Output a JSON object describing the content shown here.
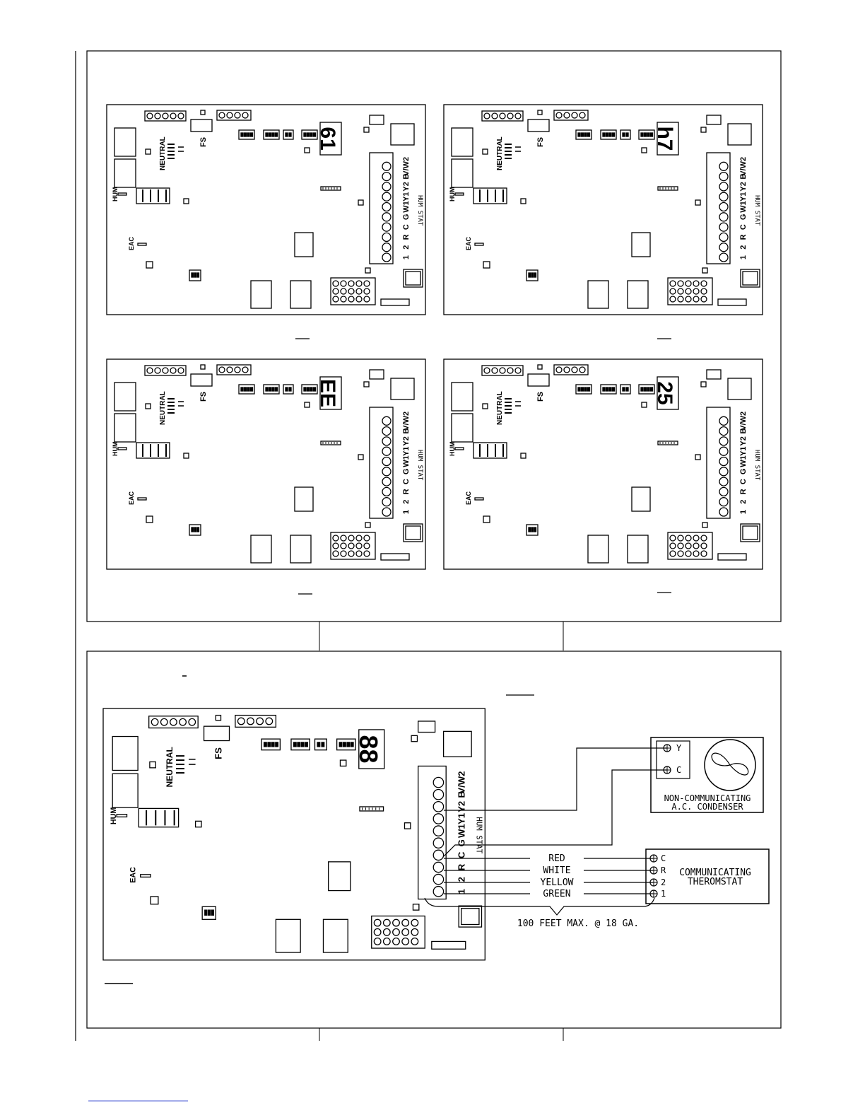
{
  "boards": [
    {
      "display": "61",
      "labels": {
        "fs": "FS",
        "neutral": "NEUTRAL",
        "hum": "HUM",
        "eac": "EAC",
        "humstat": "HUM STAT",
        "terminals": [
          "1",
          "2",
          "R",
          "C",
          "G",
          "W1",
          "Y1",
          "Y2",
          "B",
          "V/W2"
        ]
      }
    },
    {
      "display": "h7",
      "labels": {
        "fs": "FS",
        "neutral": "NEUTRAL",
        "hum": "HUM",
        "eac": "EAC",
        "humstat": "HUM STAT",
        "terminals": [
          "1",
          "2",
          "R",
          "C",
          "G",
          "W1",
          "Y1",
          "Y2",
          "B",
          "V/W2"
        ]
      }
    },
    {
      "display": "EE",
      "labels": {
        "fs": "FS",
        "neutral": "NEUTRAL",
        "hum": "HUM",
        "eac": "EAC",
        "humstat": "HUM STAT",
        "terminals": [
          "1",
          "2",
          "R",
          "C",
          "G",
          "W1",
          "Y1",
          "Y2",
          "B",
          "V/W2"
        ]
      }
    },
    {
      "display": "25",
      "labels": {
        "fs": "FS",
        "neutral": "NEUTRAL",
        "hum": "HUM",
        "eac": "EAC",
        "humstat": "HUM STAT",
        "terminals": [
          "1",
          "2",
          "R",
          "C",
          "G",
          "W1",
          "Y1",
          "Y2",
          "B",
          "V/W2"
        ]
      }
    }
  ],
  "wiring": {
    "board": {
      "display": "88",
      "labels": {
        "fs": "FS",
        "neutral": "NEUTRAL",
        "hum": "HUM",
        "eac": "EAC",
        "humstat": "HUM STAT",
        "terminals": [
          "1",
          "2",
          "R",
          "C",
          "G",
          "W1",
          "Y1",
          "Y2",
          "B",
          "V/W2"
        ]
      }
    },
    "condenser": {
      "terminal_y": "Y",
      "terminal_c": "C",
      "label_line1": "NON-COMMUNICATING",
      "label_line2": "A.C. CONDENSER"
    },
    "thermostat": {
      "terminals": [
        "C",
        "R",
        "2",
        "1"
      ],
      "label_line1": "COMMUNICATING",
      "label_line2": "THEROMSTAT"
    },
    "wires": [
      "RED",
      "WHITE",
      "YELLOW",
      "GREEN"
    ],
    "length_note": "100 FEET MAX. @ 18 GA."
  }
}
